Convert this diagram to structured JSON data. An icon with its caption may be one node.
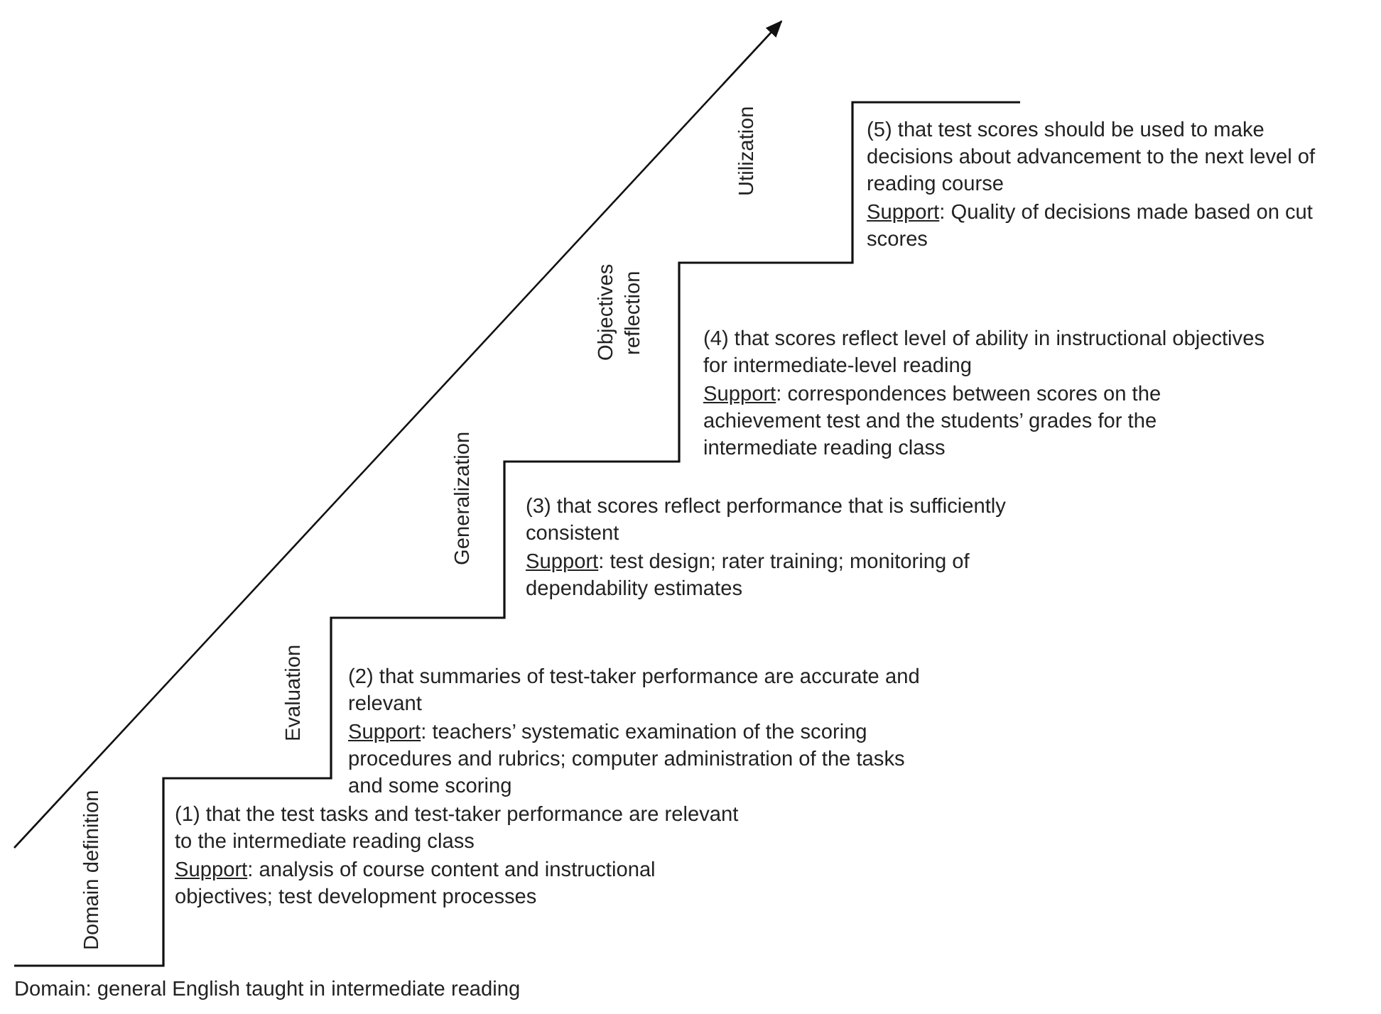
{
  "diagram": {
    "labels": [
      "Utilization",
      "(5) that test scores should be used to make decisions about advancement to the next level of reading course",
      "Support: Quality of decisions made based on cut scores",
      "Objectives reflection",
      "(4) that scores reflect level of ability in instructional objectives for intermediate-level reading",
      "Support: correspondences between scores on the achievement test and the students’ grades for the intermediate reading class",
      "Generalization",
      "(3) that scores reflect performance that is sufficiently consistent",
      "Support: test design; rater training; monitoring of dependability estimates",
      "Evaluation",
      "(2) that summaries of test-taker performance are accurate and relevant",
      "Support: teachers’ systematic examination of the scoring procedures and rubrics; computer administration of the tasks and some scoring",
      "Domain definition",
      "(1) that the test tasks and test-taker performance are relevant to the intermediate reading class",
      "Support: analysis of course content and instructional objectives; test development processes",
      "Domain: general English taught in intermediate reading"
    ]
  }
}
